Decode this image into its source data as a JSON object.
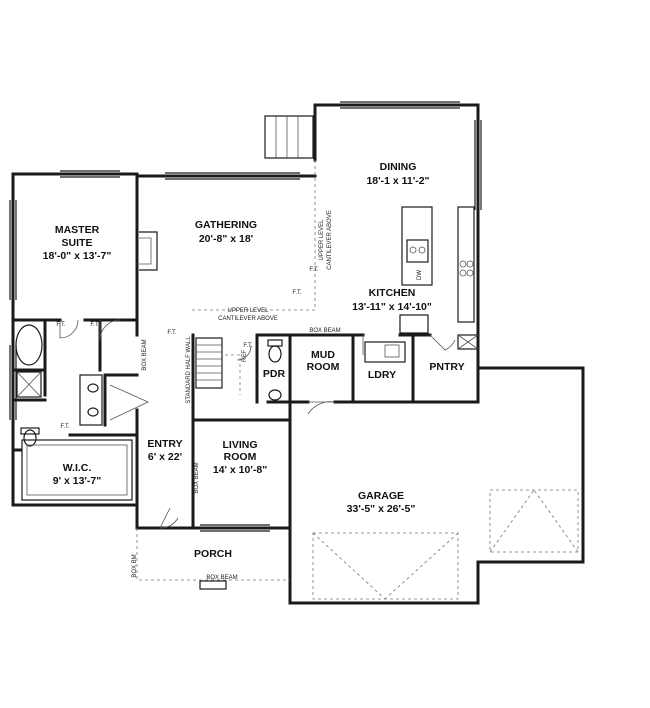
{
  "rooms": {
    "dining": {
      "name": "DINING",
      "dims": "18'-1 x 11'-2\""
    },
    "gathering": {
      "name": "GATHERING",
      "dims": "20'-8\" x 18'"
    },
    "master": {
      "name1": "MASTER",
      "name2": "SUITE",
      "dims": "18'-0\" x 13'-7\""
    },
    "kitchen": {
      "name": "KITCHEN",
      "dims": "13'-11\" x 14'-10\""
    },
    "mud": {
      "name1": "MUD",
      "name2": "ROOM"
    },
    "pdr": {
      "name": "PDR"
    },
    "ldry": {
      "name": "LDRY"
    },
    "pntry": {
      "name": "PNTRY"
    },
    "entry": {
      "name": "ENTRY",
      "dims": "6' x 22'"
    },
    "living": {
      "name1": "LIVING",
      "name2": "ROOM",
      "dims": "14' x 10'-8\""
    },
    "wic": {
      "name": "W.I.C.",
      "dims": "9' x 13'-7\""
    },
    "garage": {
      "name": "GARAGE",
      "dims": "33'-5\" x 26'-5\""
    },
    "porch": {
      "name": "PORCH"
    }
  },
  "notes": {
    "cantilever1": "UPPER LEVEL",
    "cantilever2": "CANTILEVER ABOVE",
    "box_beam": "BOX BEAM",
    "box_bm": "BOX BM",
    "half_wall": "STANDARD HALF WALL",
    "ft": "F.T.",
    "dw": "DW",
    "ref": "REF"
  }
}
